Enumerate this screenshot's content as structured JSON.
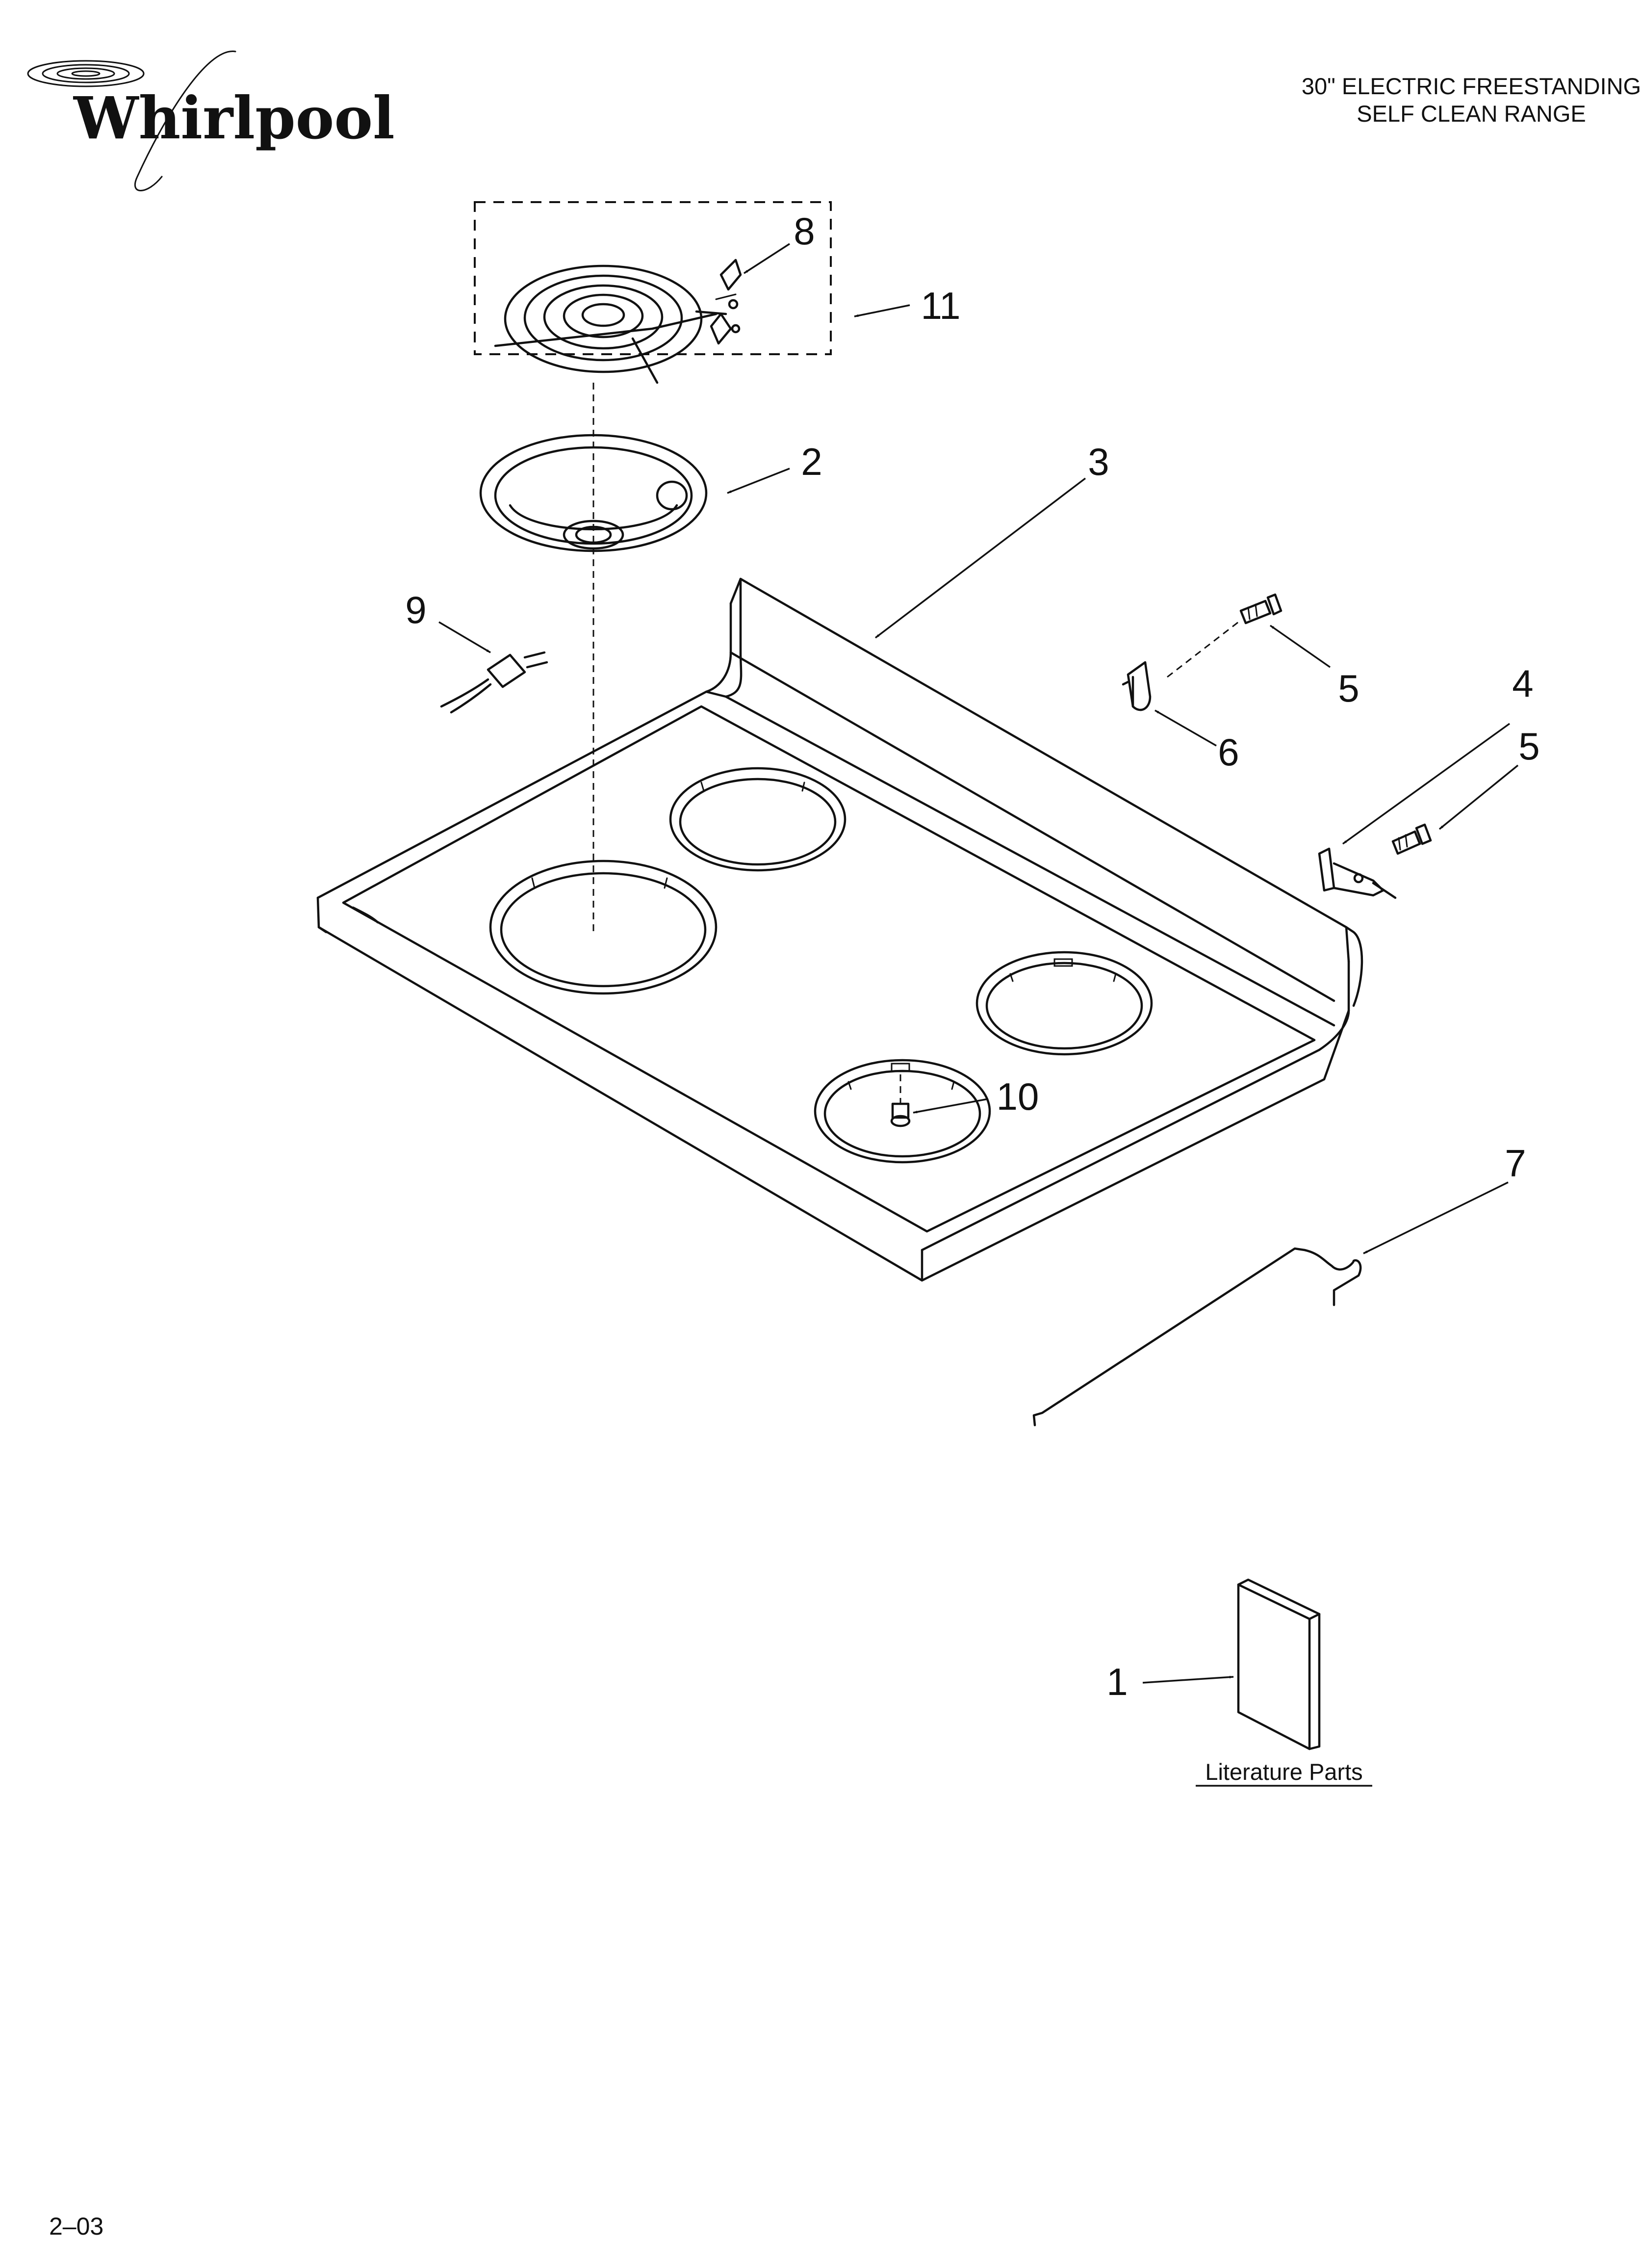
{
  "header": {
    "brand": "Whirlpool",
    "title_line1": "30\" ELECTRIC FREESTANDING",
    "title_line2": "SELF CLEAN RANGE"
  },
  "callouts": {
    "c1": "1",
    "c2": "2",
    "c3": "3",
    "c4": "4",
    "c5a": "5",
    "c5b": "5",
    "c6": "6",
    "c7": "7",
    "c8": "8",
    "c9": "9",
    "c10": "10",
    "c11": "11"
  },
  "literature_caption": "Literature Parts",
  "footer": {
    "date_code": "2–03"
  }
}
